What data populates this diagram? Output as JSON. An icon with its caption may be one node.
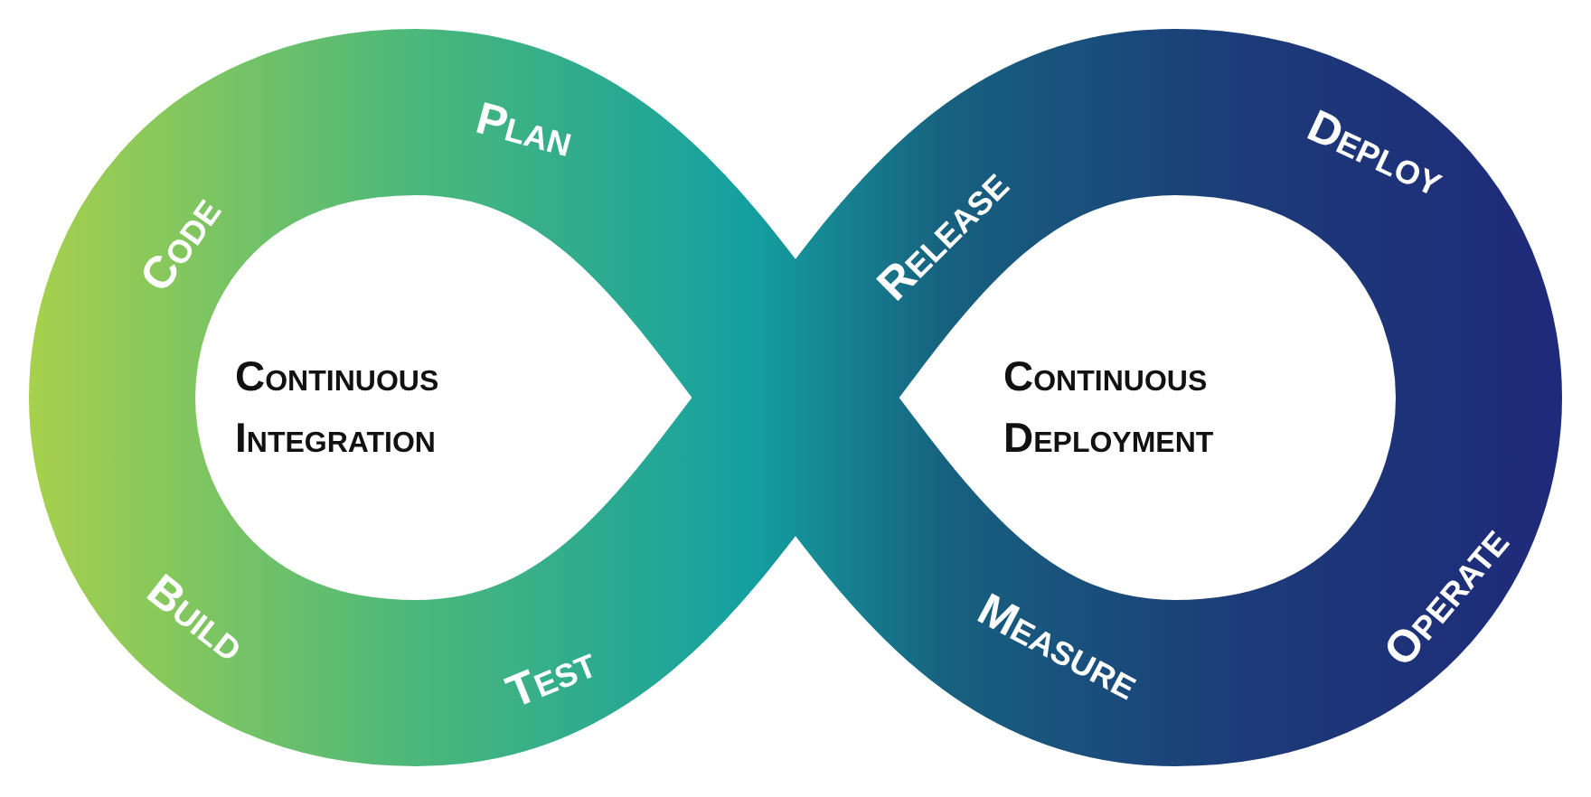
{
  "diagram": {
    "labels": [
      "Plan",
      "Code",
      "Continuous Integration",
      "Build",
      "Test",
      "Release",
      "Deploy",
      "Continuous Deployment",
      "Measure",
      "Operate"
    ]
  }
}
